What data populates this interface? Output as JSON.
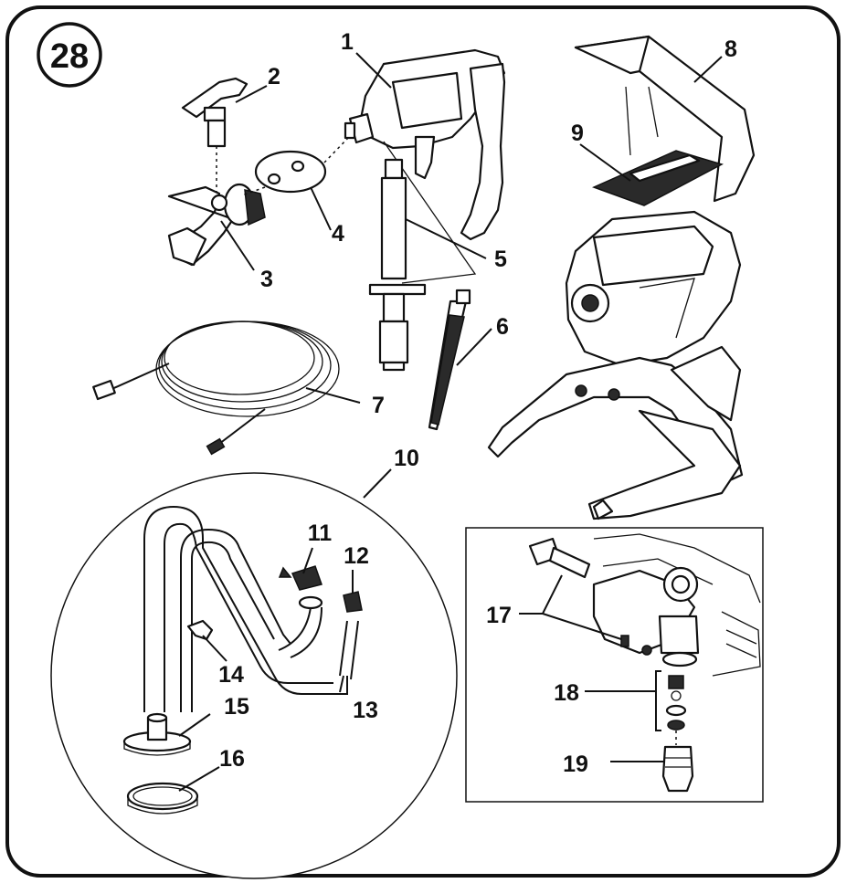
{
  "figure": {
    "step_badge": "28",
    "labels": {
      "p1": "1",
      "p2": "2",
      "p3": "3",
      "p4": "4",
      "p5": "5",
      "p6": "6",
      "p7": "7",
      "p8": "8",
      "p9": "9",
      "p10": "10",
      "p11": "11",
      "p12": "12",
      "p13": "13",
      "p14": "14",
      "p15": "15",
      "p16": "16",
      "p17": "17",
      "p18": "18",
      "p19": "19"
    },
    "colors": {
      "ink": "#111111",
      "paper": "#ffffff",
      "dark_part": "#2a2a2a"
    }
  }
}
